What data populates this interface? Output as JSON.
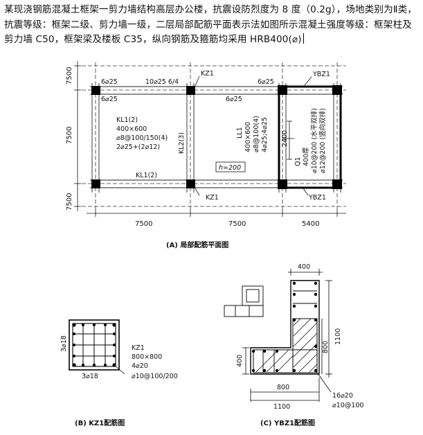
{
  "question": {
    "text": "某现浇钢筋混凝土框架一剪力墙结构高层办公楼，抗震设防烈度为 8 度（0.2g），场地类别为Ⅱ类，抗震等级：框架二级、剪力墙一级，二层局部配筋平面表示法如图所示混凝土强度等级：框架柱及剪力墙 C50，框架梁及楼板 C35，纵向钢筋及箍筋均采用 HRB400(",
    "rebar_symbol": "⌀",
    "tail": ")"
  },
  "planA": {
    "caption": "(A) 局部配筋平面图",
    "dims_x": [
      "7500",
      "7500",
      "5400"
    ],
    "dims_y": [
      "7500",
      "7500",
      "7500"
    ],
    "kz1_top": "KZ1",
    "kz1_bottom": "KZ1",
    "ybz1_top": "YBZ1",
    "ybz1_bottom": "YBZ1",
    "top_bar_left": "6⌀25",
    "top_bar_mid": "10⌀25 6/4",
    "top_bar_right": "6⌀25",
    "sub_bar_left": "6⌀25",
    "sub_bar_right": "6⌀25",
    "kl1_lines": [
      "KL1(2)",
      "400×600",
      "⌀8@100/150(4)",
      "2⌀25+(2⌀12)"
    ],
    "kl1_bottom": "KL1(2)",
    "kl2": "KL2(3)",
    "ll1_lines": [
      "LL1",
      "400×600",
      "⌀8@100(4)",
      "4⌀25;4⌀25"
    ],
    "dim_2400": "2400",
    "q1_lines": [
      "Q1",
      "400厚",
      "⌀10@200 (水平双排)",
      "⌀12@200 (竖向双排)"
    ],
    "slab": "h=200"
  },
  "detailB": {
    "caption": "(B) KZ1配筋图",
    "side_bars": "3⌀18",
    "bottom_bars": "3⌀18",
    "lines": [
      "KZ1",
      "800×800",
      "4⌀20",
      "⌀10@100/200"
    ]
  },
  "detailC": {
    "caption": "(C) YBZ1配筋图",
    "dims_top": "400",
    "dims_right_upper": "1100",
    "dims_right_inner": "800",
    "dims_left": "400",
    "dims_bottom_inner": "800",
    "dims_bottom": "1100",
    "bars": "16⌀20",
    "stirrups": "⌀10@100"
  }
}
